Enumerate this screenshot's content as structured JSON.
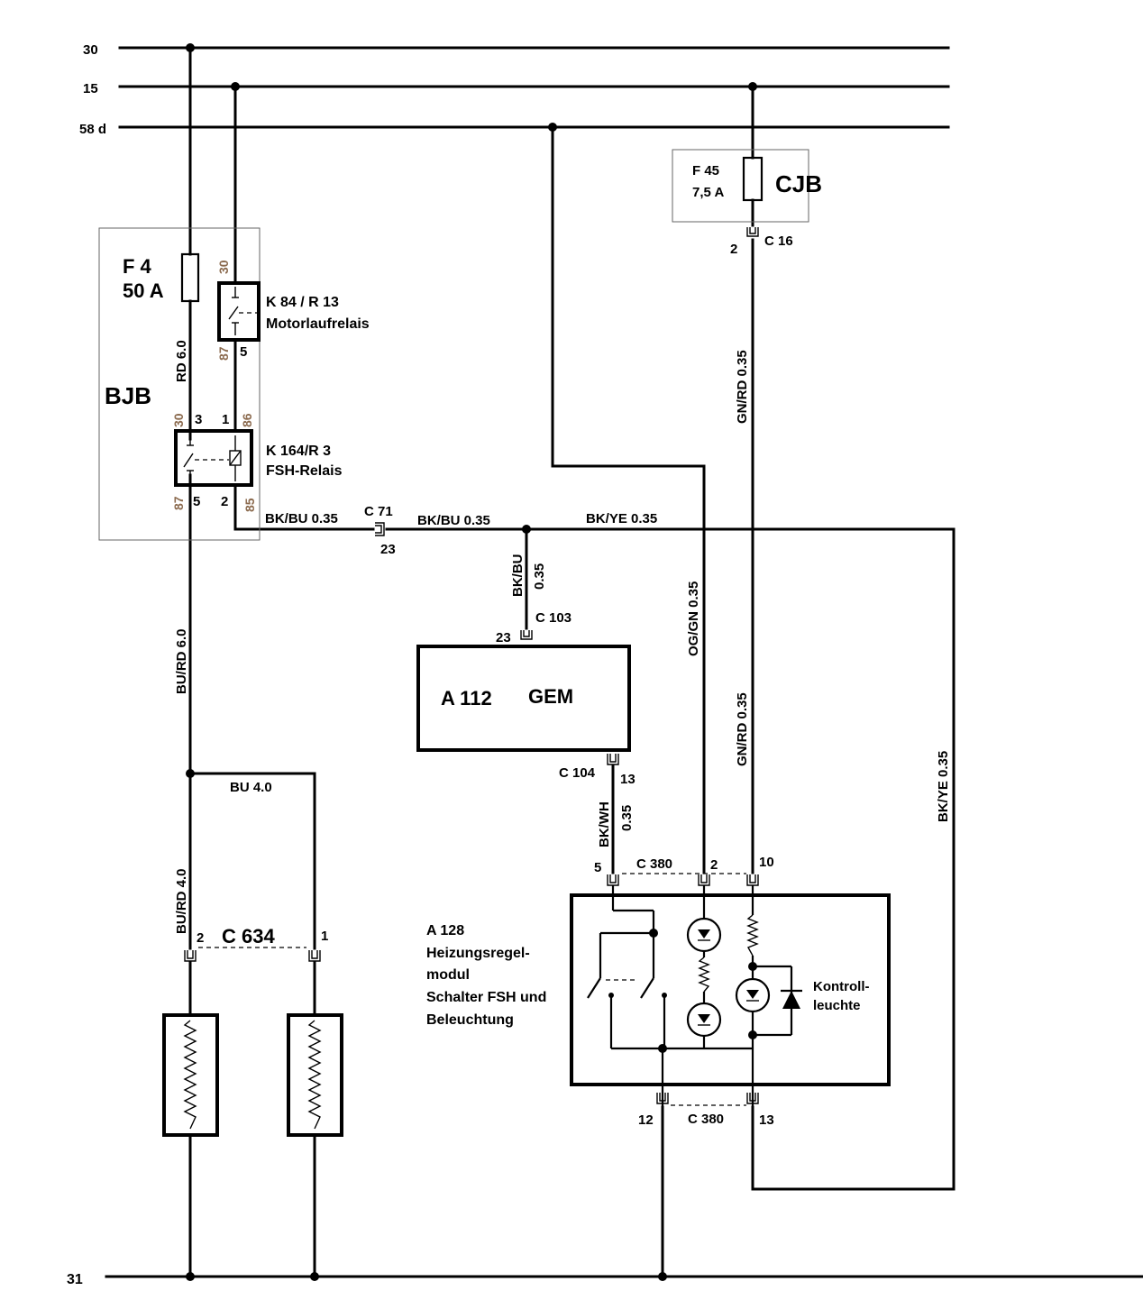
{
  "rails": {
    "r30": "30",
    "r15": "15",
    "r58d": "58 d",
    "r31": "31"
  },
  "bjb": {
    "name": "BJB",
    "fuse_name": "F 4",
    "fuse_rating": "50 A",
    "wire_rd": "RD 6.0",
    "relay1_name": "K 84 / R 13",
    "relay1_desc": "Motorlaufrelais",
    "relay1_pin30": "30",
    "relay1_pin87": "87",
    "relay1_pin5": "5",
    "relay2_name": "K 164/R 3",
    "relay2_desc": "FSH-Relais",
    "relay2_pin30": "30",
    "relay2_pin3": "3",
    "relay2_pin1": "1",
    "relay2_pin86": "86",
    "relay2_pin87": "87",
    "relay2_pin5": "5",
    "relay2_pin2": "2",
    "relay2_pin85": "85"
  },
  "cjb": {
    "name": "CJB",
    "fuse_name": "F 45",
    "fuse_rating": "7,5 A",
    "conn": "C 16",
    "pin": "2"
  },
  "wires": {
    "bkbu_a": "BK/BU 0.35",
    "bkbu_b": "BK/BU 0.35",
    "bkye_h": "BK/YE 0.35",
    "bkbu_v1": "BK/BU",
    "bkbu_v2": "0.35",
    "gnrd_top": "GN/RD 0.35",
    "gnrd_mid": "GN/RD 0.35",
    "oggn": "OG/GN 0.35",
    "bkye_v": "BK/YE 0.35",
    "burd60": "BU/RD 6.0",
    "bu40": "BU 4.0",
    "burd40": "BU/RD 4.0",
    "bkwh_v1": "BK/WH",
    "bkwh_v2": "0.35"
  },
  "connectors": {
    "c71": "C 71",
    "c71_pin": "23",
    "c103": "C 103",
    "c103_pin": "23",
    "c104": "C 104",
    "c104_pin": "13",
    "c380_top": "C 380",
    "c380_p5": "5",
    "c380_p2": "2",
    "c380_p10": "10",
    "c380_bot": "C 380",
    "c380_p12": "12",
    "c380_p13": "13",
    "c634": "C 634",
    "c634_p2": "2",
    "c634_p1": "1"
  },
  "gem": {
    "id": "A 112",
    "name": "GEM"
  },
  "a128": {
    "l1": "A 128",
    "l2": "Heizungsregel-",
    "l3": "modul",
    "l4": "Schalter FSH und",
    "l5": "Beleuchtung",
    "lamp_l1": "Kontroll-",
    "lamp_l2": "leuchte"
  }
}
